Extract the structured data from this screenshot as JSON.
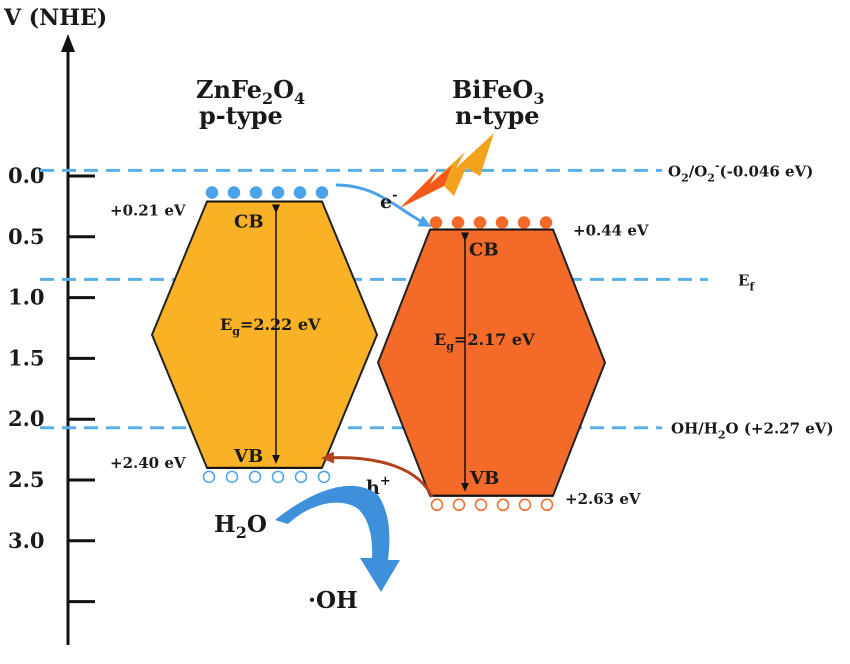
{
  "axis": {
    "title": "V (NHE)",
    "ticks": [
      "0.0",
      "0.5",
      "1.0",
      "1.5",
      "2.0",
      "2.5",
      "3.0"
    ]
  },
  "references": {
    "o2": {
      "label_main": "O",
      "sub1": "2",
      "mid": "/O",
      "sub2": "2",
      "sup": "-",
      "tail": "(-0.046 eV)",
      "value": -0.046
    },
    "ef": {
      "label_main": "E",
      "sub": "f",
      "value": 0.85
    },
    "oh": {
      "label": "OH/H",
      "sub": "2",
      "tail": "O (+2.27 eV)",
      "value": 2.07
    }
  },
  "zfo": {
    "name_a": "ZnFe",
    "sub1": "2",
    "name_b": "O",
    "sub2": "4",
    "type_label": "p-type",
    "cb_label": "CB",
    "vb_label": "VB",
    "cb_value_label": "+0.21 eV",
    "vb_value_label": "+2.40 eV",
    "eg_main": "E",
    "eg_sub": "g",
    "eg_tail": "=2.22 eV",
    "cb_level": 0.21,
    "vb_level": 2.4,
    "color": "#f9b125"
  },
  "bfo": {
    "name_a": "BiFeO",
    "sub1": "3",
    "type_label": "n-type",
    "cb_label": "CB",
    "vb_label": "VB",
    "cb_value_label": "+0.44 eV",
    "vb_value_label": "+2.63 eV",
    "eg_main": "E",
    "eg_sub": "g",
    "eg_tail": "=2.17 eV",
    "cb_level": 0.44,
    "vb_level": 2.63,
    "color": "#f46a28"
  },
  "carriers": {
    "electron": "e",
    "electron_sup": "-",
    "hole": "h",
    "hole_sup": "+"
  },
  "species": {
    "water_a": "H",
    "water_sub": "2",
    "water_b": "O",
    "radical": "·OH"
  },
  "colors": {
    "dashed_ref": "#5aaee8",
    "electron_dot": "#4aa3e8",
    "electron_arrow": "#4aa3e8",
    "hole_arrow": "#b1421c",
    "curved_arrow": "#3f90da",
    "lightning": "#f3a21d"
  }
}
